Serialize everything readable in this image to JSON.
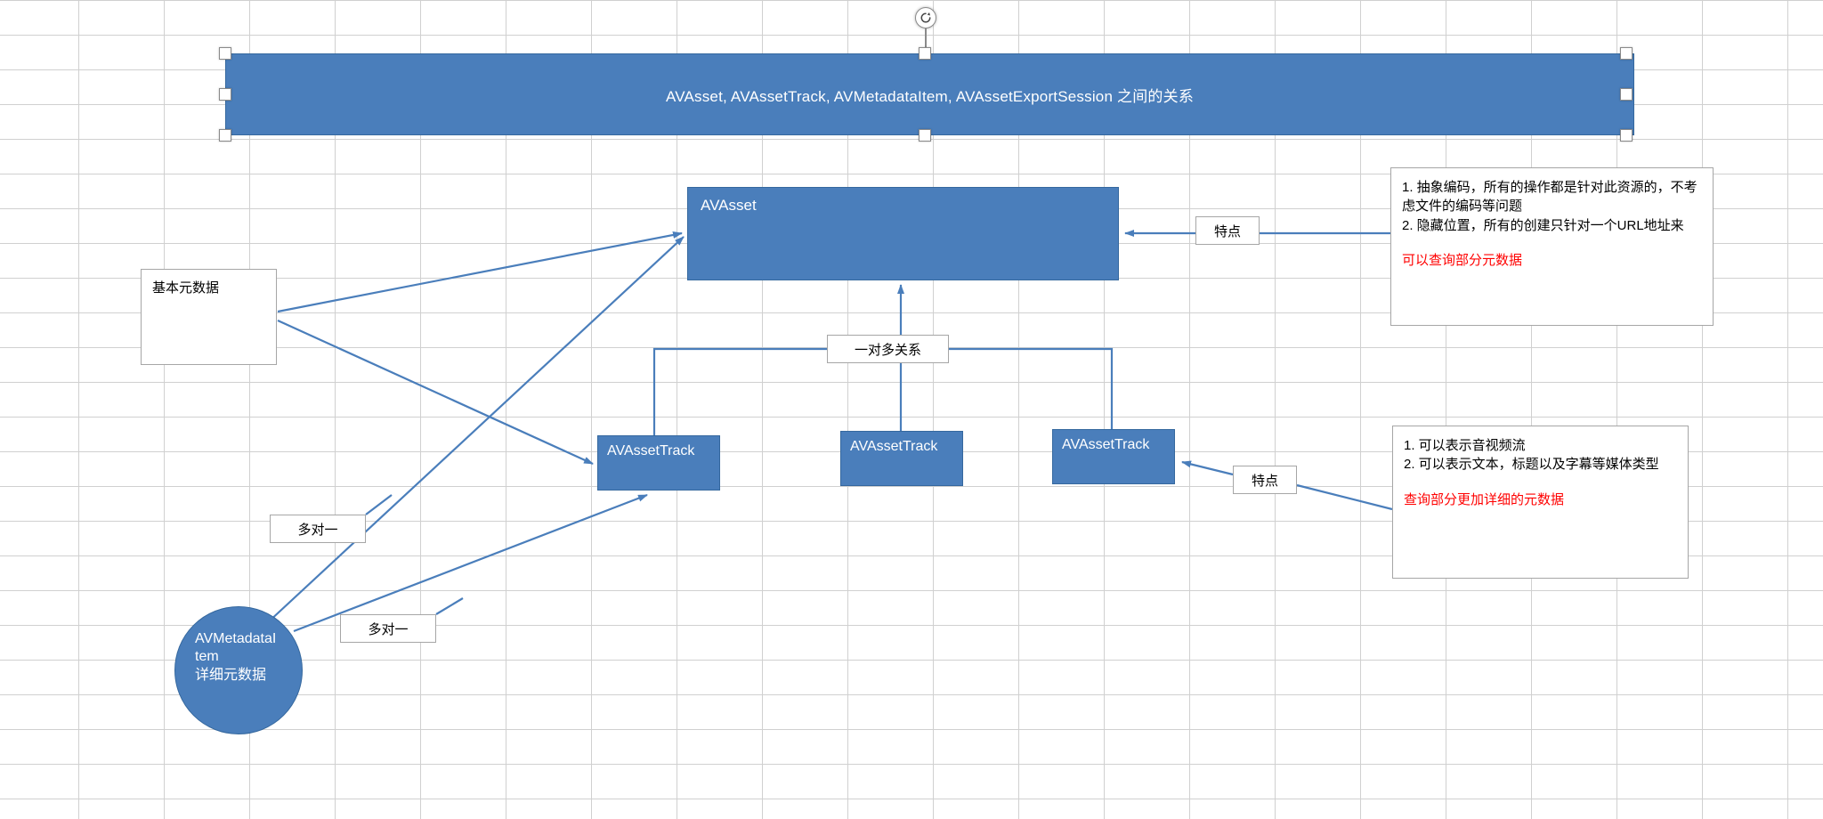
{
  "title_banner": {
    "text": "AVAsset, AVAssetTrack, AVMetadataItem, AVAssetExportSession 之间的关系",
    "fill": "#4a7ebb"
  },
  "nodes": {
    "avasset": {
      "label": "AVAsset"
    },
    "tracks": [
      {
        "label": "AVAssetTrack"
      },
      {
        "label": "AVAssetTrack"
      },
      {
        "label": "AVAssetTrack"
      }
    ],
    "metadata_circle": {
      "name": "AVMetadataItem",
      "subtitle": "详细元数据"
    },
    "basic_metadata_box": {
      "label": "基本元数据"
    }
  },
  "edge_labels": {
    "one_to_many": "一对多关系",
    "many_to_one_upper": "多对一",
    "many_to_one_lower": "多对一",
    "feature_top": "特点",
    "feature_bottom": "特点"
  },
  "notes": {
    "top": {
      "line1": "1. 抽象编码，所有的操作都是针对此资源的，不考虑文件的编码等问题",
      "line2": "2. 隐藏位置，所有的创建只针对一个URL地址来",
      "highlight": "可以查询部分元数据",
      "highlight_color": "#ff0000"
    },
    "bottom": {
      "line1": "1. 可以表示音视频流",
      "line2": "2. 可以表示文本，标题以及字幕等媒体类型",
      "highlight": "查询部分更加详细的元数据",
      "highlight_color": "#ff0000"
    }
  },
  "selection": {
    "rotate_icon": "rotate-icon",
    "rotate_glyph": "↻"
  },
  "ghost_text": ""
}
